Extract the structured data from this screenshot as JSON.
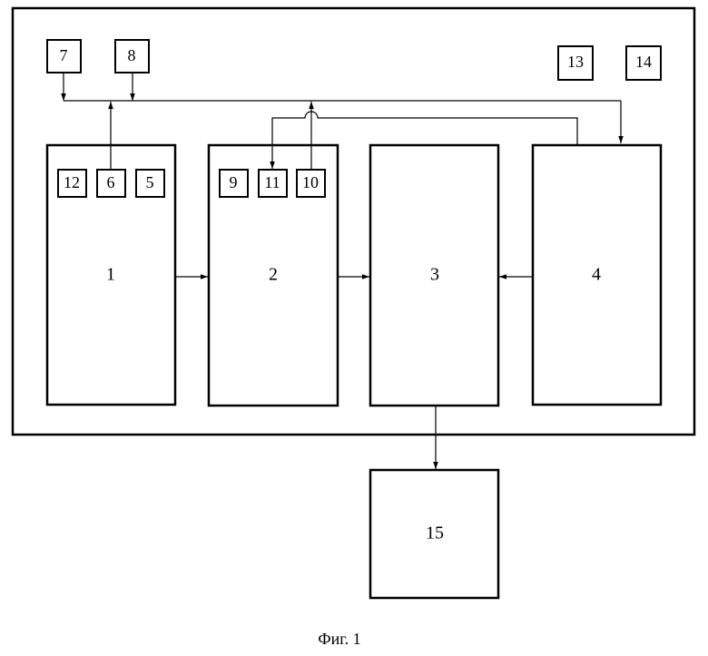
{
  "blocks": {
    "b1": "1",
    "b2": "2",
    "b3": "3",
    "b4": "4",
    "b5": "5",
    "b6": "6",
    "b7": "7",
    "b8": "8",
    "b9": "9",
    "b10": "10",
    "b11": "11",
    "b12": "12",
    "b13": "13",
    "b14": "14",
    "b15": "15"
  },
  "caption": "Фиг. 1"
}
